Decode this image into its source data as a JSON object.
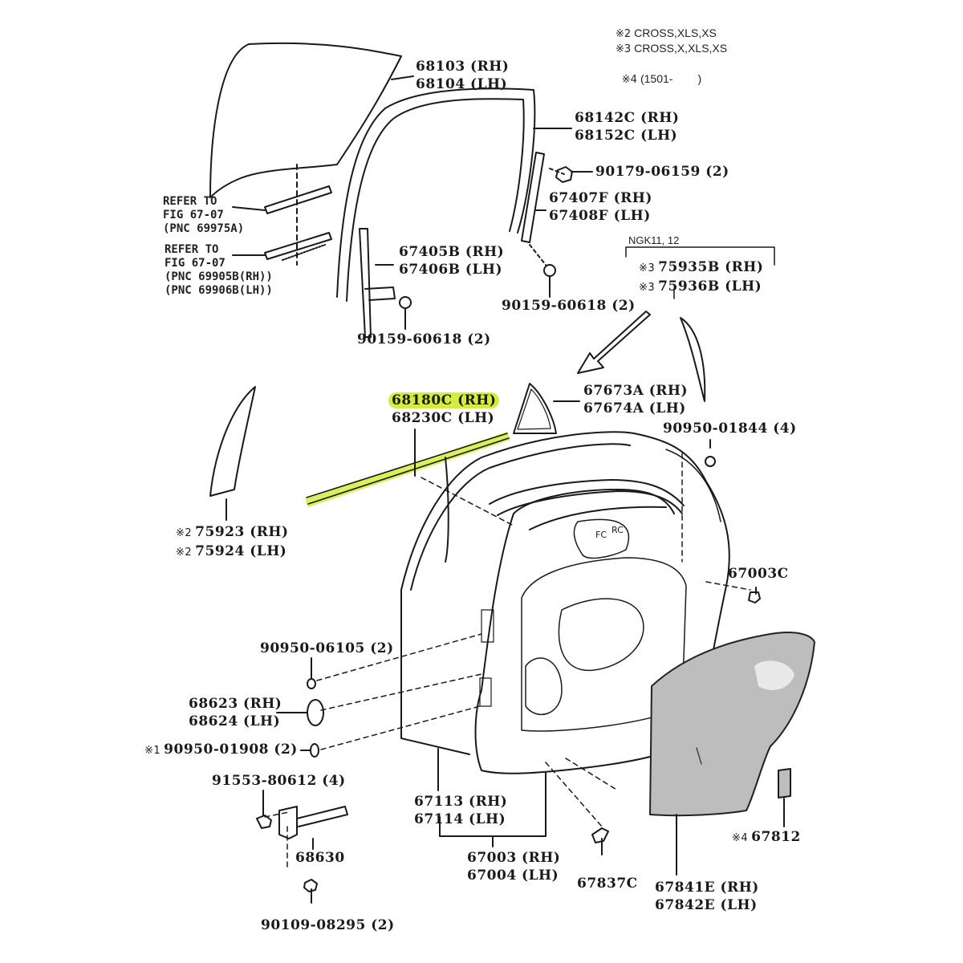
{
  "colors": {
    "ink": "#1a1a1a",
    "highlight": "#d4ec3e",
    "panel_fill": "#bdbdbd"
  },
  "notes": [
    {
      "mark": "※2",
      "text": "CROSS,XLS,XS"
    },
    {
      "mark": "※3",
      "text": "CROSS,X,XLS,XS"
    },
    {
      "mark": "※4",
      "text": "(1501-        )"
    }
  ],
  "group_label": "NGK11, 12",
  "refs": [
    {
      "l1": "REFER TO",
      "l2": "FIG 67-07",
      "l3": "(PNC 69975A)"
    },
    {
      "l1": "REFER TO",
      "l2": "FIG 67-07",
      "l3": "(PNC 69905B(RH))",
      "l4": "(PNC 69906B(LH))"
    }
  ],
  "parts": {
    "glass": {
      "rh": "68103 (RH)",
      "lh": "68104 (LH)"
    },
    "run_channel": {
      "rh": "68142C (RH)",
      "lh": "68152C (LH)"
    },
    "bolt_90179": {
      "text": "90179-06159 (2)"
    },
    "rear_channel": {
      "rh": "67407F (RH)",
      "lh": "67408F (LH)"
    },
    "front_channel": {
      "rh": "67405B (RH)",
      "lh": "67406B (LH)"
    },
    "bolt_90159_a": {
      "text": "90159-60618 (2)"
    },
    "bolt_90159_b": {
      "text": "90159-60618 (2)"
    },
    "garnish_75935": {
      "mark": "※3",
      "rh": "75935B (RH)",
      "mark2": "※3",
      "lh": "75936B (LH)"
    },
    "weatherstrip": {
      "rh": "68180C (RH)",
      "lh": "68230C (LH)"
    },
    "quarter_glass": {
      "rh": "67673A (RH)",
      "lh": "67674A (LH)"
    },
    "clip_90950_01844": {
      "text": "90950-01844 (4)"
    },
    "garnish_75923": {
      "mark": "※2",
      "rh": "75923 (RH)",
      "mark2": "※2",
      "lh": "75924 (LH)"
    },
    "plug_67003c": {
      "text": "67003C"
    },
    "plug_90950_06105": {
      "text": "90950-06105 (2)"
    },
    "bumper_68623": {
      "rh": "68623 (RH)",
      "lh": "68624 (LH)"
    },
    "plug_90950_01908": {
      "mark": "※1",
      "text": "90950-01908 (2)"
    },
    "bolt_91553": {
      "text": "91553-80612 (4)"
    },
    "check_68630": {
      "text": "68630"
    },
    "bolt_90109": {
      "text": "90109-08295 (2)"
    },
    "weatherstrip_67113": {
      "rh": "67113 (RH)",
      "lh": "67114 (LH)"
    },
    "door_panel": {
      "rh": "67003 (RH)",
      "lh": "67004 (LH)"
    },
    "clip_67837c": {
      "text": "67837C"
    },
    "pad_67812": {
      "mark": "※4",
      "text": "67812"
    },
    "cover_67841e": {
      "rh": "67841E (RH)",
      "lh": "67842E (LH)"
    }
  },
  "door_stamp": {
    "a": "FC",
    "b": "RC"
  }
}
